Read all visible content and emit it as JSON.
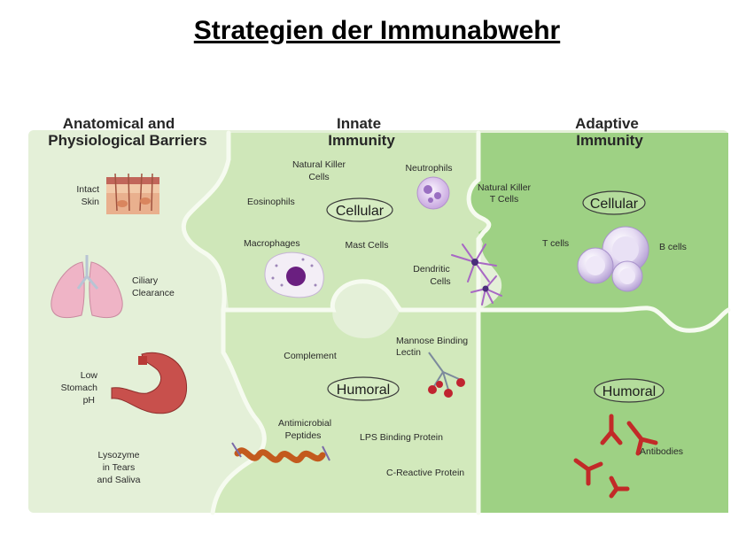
{
  "title": "Strategien der Immunabwehr",
  "sections": {
    "barriers": {
      "heading_line1": "Anatomical and",
      "heading_line2": "Physiological Barriers",
      "items": [
        {
          "lines": [
            "Intact",
            "Skin"
          ],
          "icon": "skin-icon"
        },
        {
          "lines": [
            "Ciliary",
            "Clearance"
          ],
          "icon": "lungs-icon"
        },
        {
          "lines": [
            "Low",
            "Stomach",
            "pH"
          ],
          "icon": "stomach-icon"
        },
        {
          "lines": [
            "Lysozyme",
            "in Tears",
            "and Saliva"
          ],
          "icon": ""
        }
      ]
    },
    "innate": {
      "heading_line1": "Innate",
      "heading_line2": "Immunity",
      "cellular_label": "Cellular",
      "humoral_label": "Humoral",
      "cells": {
        "nk_line1": "Natural Killer",
        "nk_line2": "Cells",
        "neutrophils": "Neutrophils",
        "eosinophils": "Eosinophils",
        "macrophages": "Macrophages",
        "mast_cells": "Mast Cells",
        "dendritic_line1": "Dendritic",
        "dendritic_line2": "Cells"
      },
      "humoral": {
        "complement": "Complement",
        "mbl_line1": "Mannose Binding",
        "mbl_line2": "Lectin",
        "amp_line1": "Antimicrobial",
        "amp_line2": "Peptides",
        "lps": "LPS Binding Protein",
        "crp": "C-Reactive Protein"
      }
    },
    "adaptive": {
      "heading_line1": "Adaptive",
      "heading_line2": "Immunity",
      "cellular_label": "Cellular",
      "humoral_label": "Humoral",
      "nkt_line1": "Natural Killer",
      "nkt_line2": "T Cells",
      "t_cells": "T cells",
      "b_cells": "B cells",
      "antibodies": "Antibodies"
    }
  },
  "colors": {
    "barriers_bg": "#e4f0d8",
    "innate_bg": "#cfe7b9",
    "adaptive_bg": "#9ed184",
    "border": "#f6fbf0"
  }
}
